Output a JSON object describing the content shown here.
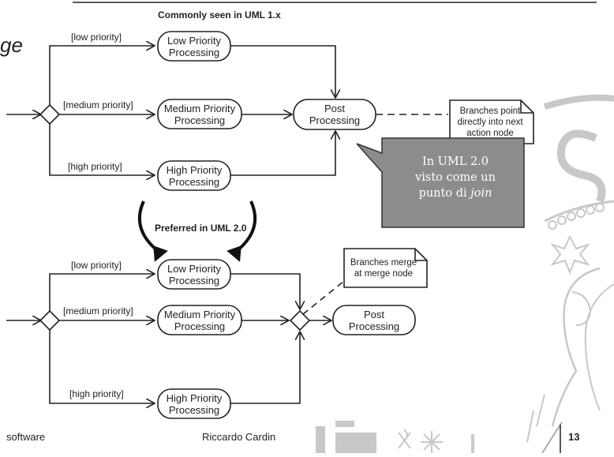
{
  "slide": {
    "title_fragment": "ge",
    "page_number": "13",
    "footer_left": "software",
    "footer_center": "Riccardo Cardin"
  },
  "diagram_top": {
    "heading": "Commonly seen in UML 1.x",
    "guards": [
      "[low priority]",
      "[medium priority]",
      "[high priority]"
    ],
    "actions": [
      {
        "line1": "Low Priority",
        "line2": "Processing"
      },
      {
        "line1": "Medium Priority",
        "line2": "Processing"
      },
      {
        "line1": "High Priority",
        "line2": "Processing"
      },
      {
        "line1": "Post",
        "line2": "Processing"
      }
    ],
    "note": {
      "line1": "Branches point",
      "line2": "directly into next",
      "line3": "action node"
    }
  },
  "transition_label": "Preferred in UML 2.0",
  "diagram_bottom": {
    "guards": [
      "[low priority]",
      "[medium priority]",
      "[high priority]"
    ],
    "actions": [
      {
        "line1": "Low Priority",
        "line2": "Processing"
      },
      {
        "line1": "Medium Priority",
        "line2": "Processing"
      },
      {
        "line1": "High Priority",
        "line2": "Processing"
      },
      {
        "line1": "Post",
        "line2": "Processing"
      }
    ],
    "note": {
      "line1": "Branches merge",
      "line2": "at merge node"
    }
  },
  "callout": {
    "line1": "In UML 2.0",
    "line2": "visto come un",
    "line3_prefix": "punto di ",
    "line3_emph": "join"
  },
  "colors": {
    "callout_bg": "#8c8c8c",
    "line": "#222222",
    "decor": "#c8c8c8"
  }
}
